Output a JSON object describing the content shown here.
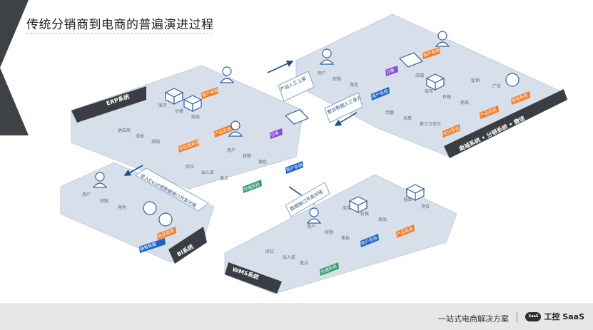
{
  "header": {
    "title": "传统分销商到电商的普遍演进过程"
  },
  "systems": {
    "erp": "ERP系统",
    "ec": "商城系统 • 分销系统 • 微信",
    "bi": "BI系统",
    "wms": "WMS系统"
  },
  "tags": {
    "customer": "客户系统",
    "product": "产品系统",
    "supplier": "供应链系统",
    "order": "订单",
    "user": "用户系统",
    "warehouse": "仓储系统",
    "payment": "支付系统",
    "marketing": "营销系统",
    "sales_data": "销售数据",
    "goods_mgmt": "商品管理"
  },
  "cells": {
    "erp_product": [
      "库存",
      "价格",
      "商品"
    ],
    "erp_supply": [
      "供应商",
      "成本",
      "采购"
    ],
    "erp_user": [
      "用户",
      "权限",
      "角色"
    ],
    "erp_wh": [
      "库位",
      "出入库",
      "盘点"
    ],
    "ec_user": [
      "用户",
      "权限",
      "角色"
    ],
    "ec_product": [
      "库存",
      "价格",
      "商品"
    ],
    "ec_pay": [
      "余额",
      "优惠",
      "第三方支付"
    ],
    "ec_mkt": [
      "促销",
      "广告"
    ],
    "ec_store": [
      "店铺"
    ],
    "bi_user": [
      "用户",
      "权限",
      "角色"
    ],
    "wms_product": [
      "库存",
      "价格",
      "商品"
    ],
    "wms_user": [
      "用户",
      "权限",
      "角色"
    ],
    "wms_wh": [
      "库位",
      "出入库",
      "盘点"
    ],
    "wms_store": [
      "仓库",
      "货位"
    ]
  },
  "arrows": {
    "erp_to_ec": "产品人工上架",
    "ec_to_erp": "整合数据人工录入",
    "erp_to_bi": "导入Excel或数据接口开发对接",
    "erp_to_wms": "数据接口开发对接"
  },
  "footer": {
    "tagline": "一站式电商解决方案",
    "cloud": "SaaS",
    "brand": "工控 SaaS"
  },
  "colors": {
    "platform": "#d7dfea",
    "platform_dark": "#b8c4d4",
    "cell": "#ffffff",
    "cell_border": "#9fb1c8",
    "icon_blue": "#2e5fa8",
    "tag_orange": "#f47a20",
    "tag_purple": "#8a4fd8",
    "tag_blue": "#1c64c9",
    "tag_green": "#2f9f6b",
    "label_dark": "#3a3e44",
    "arrow": "#1f4d8a"
  }
}
